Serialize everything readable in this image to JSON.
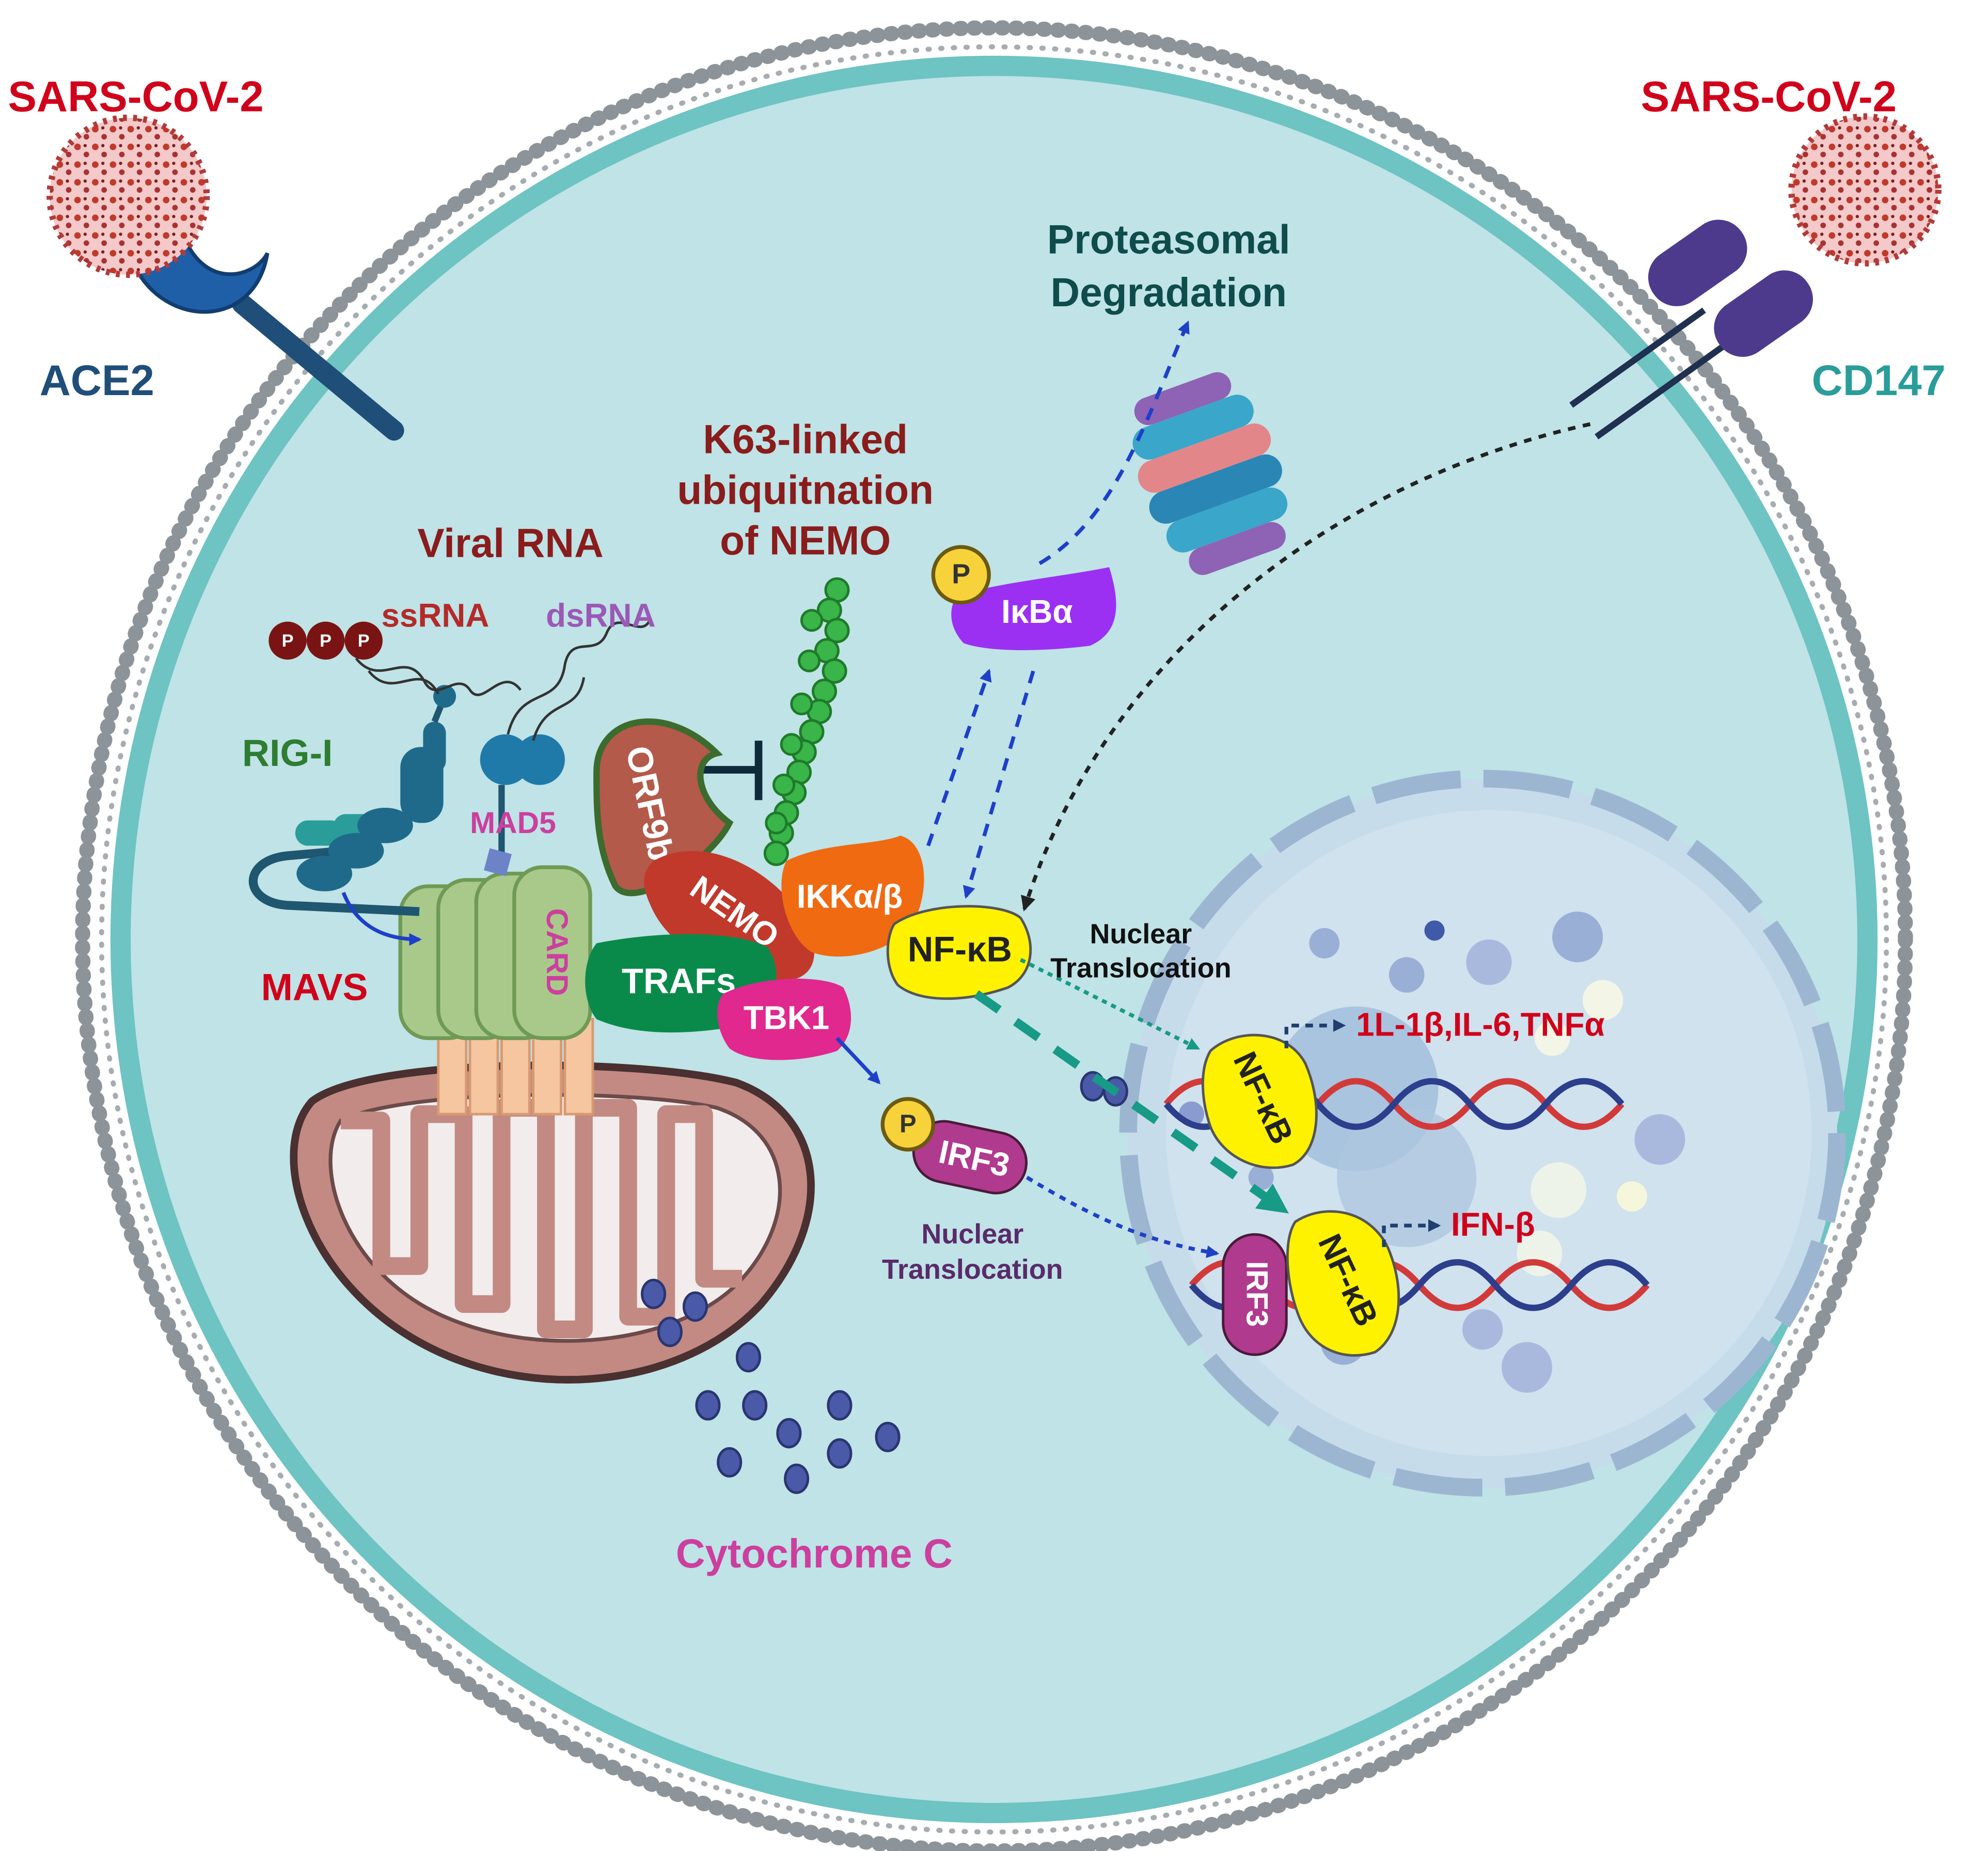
{
  "labels": {
    "virus_left": "SARS-CoV-2",
    "virus_right": "SARS-CoV-2",
    "ace2": "ACE2",
    "cd147": "CD147",
    "proteasomal_1": "Proteasomal",
    "proteasomal_2": "Degradation",
    "k63_1": "K63-linked",
    "k63_2": "ubiquitnation",
    "k63_3": "of NEMO",
    "viral_rna": "Viral RNA",
    "ssrna": "ssRNA",
    "dsrna": "dsRNA",
    "rig_i": "RIG-I",
    "mad5": "MAD5",
    "mavs": "MAVS",
    "card": "CARD",
    "orf9b": "ORF9b",
    "nemo": "NEMO",
    "ikk": "IKKα/β",
    "ikba": "IκBα",
    "p": "P",
    "traf": "TRAFs",
    "tbk1": "TBK1",
    "nfkb": "NF-κB",
    "irf3": "IRF3",
    "nuclear_1": "Nuclear",
    "nuclear_2": "Translocation",
    "cytokines": "1L-1β,IL-6,TNFα",
    "ifnb": "IFN-β",
    "cytochrome": "Cytochrome C"
  },
  "colors": {
    "cytoplasm": "#bfe3e6",
    "membrane_line": "#6ec3c3",
    "lipid_head": "#8c9399",
    "nucleus": "#c7dcea",
    "nucleus_border": "#9cb6d2",
    "virus_red": "#d0021b",
    "dark_blue": "#1f4e79",
    "teal_text": "#2a9d9a",
    "dark_teal": "#0f4c4c",
    "maroon": "#8a1c1c",
    "purple": "#9b59b6",
    "pink": "#cc3f9e",
    "rig_green": "#2e7d32",
    "nfkb_yellow": "#fff200",
    "ikba_purple": "#9b30f2",
    "ikk_orange": "#f06a12",
    "nemo_red": "#c0392b",
    "traf_green": "#0a8a4a",
    "tbk1_pink": "#e0288e",
    "irf3_pink": "#b03a8e",
    "card_green": "#a9c98a",
    "mito_brown": "#c28a82",
    "cyto_blue": "#4a5aa8"
  }
}
